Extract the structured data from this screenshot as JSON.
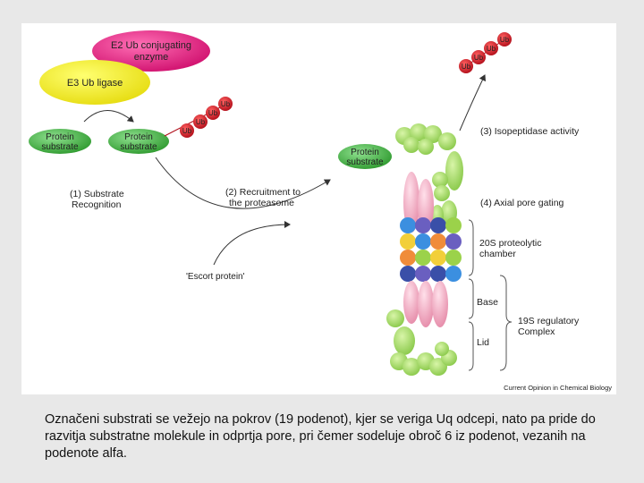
{
  "diagram": {
    "e2_label": "E2 Ub conjugating enzyme",
    "e2_line1": "E2 Ub conjugating",
    "e2_line2": "enzyme",
    "e3_label": "E3 Ub ligase",
    "protein_substrate_line1": "Protein",
    "protein_substrate_line2": "substrate",
    "ub": "Ub",
    "step1_line1": "(1) Substrate",
    "step1_line2": "Recognition",
    "step2_line1": "(2) Recruitment to",
    "step2_line2": "the proteasome",
    "step3": "(3) Isopeptidase activity",
    "step4": "(4) Axial pore gating",
    "escort": "'Escort protein'",
    "chamber_line1": "20S proteolytic",
    "chamber_line2": "chamber",
    "base": "Base",
    "lid": "Lid",
    "complex_line1": "19S regulatory",
    "complex_line2": "Complex",
    "credit": "Current Opinion in Chemical Biology"
  },
  "colors": {
    "e2": "#e0147a",
    "e3": "#f2ee1e",
    "substrate": "#3aa83a",
    "ub": "#c21020",
    "lid_green": "#a8dc6a",
    "alpha_pink": "#f2b8cc",
    "chamber": [
      "#3b8fe0",
      "#6a5fc0",
      "#f2cf3a",
      "#f08c3a",
      "#9bd24a",
      "#3a4fa8"
    ]
  },
  "caption": "Označeni substrati se vežejo na pokrov (19 podenot), kjer se veriga Uq odcepi, nato pa pride do razvitja substratne molekule in odprtja pore, pri čemer sodeluje obroč 6 iz podenot, vezanih na podenote alfa."
}
